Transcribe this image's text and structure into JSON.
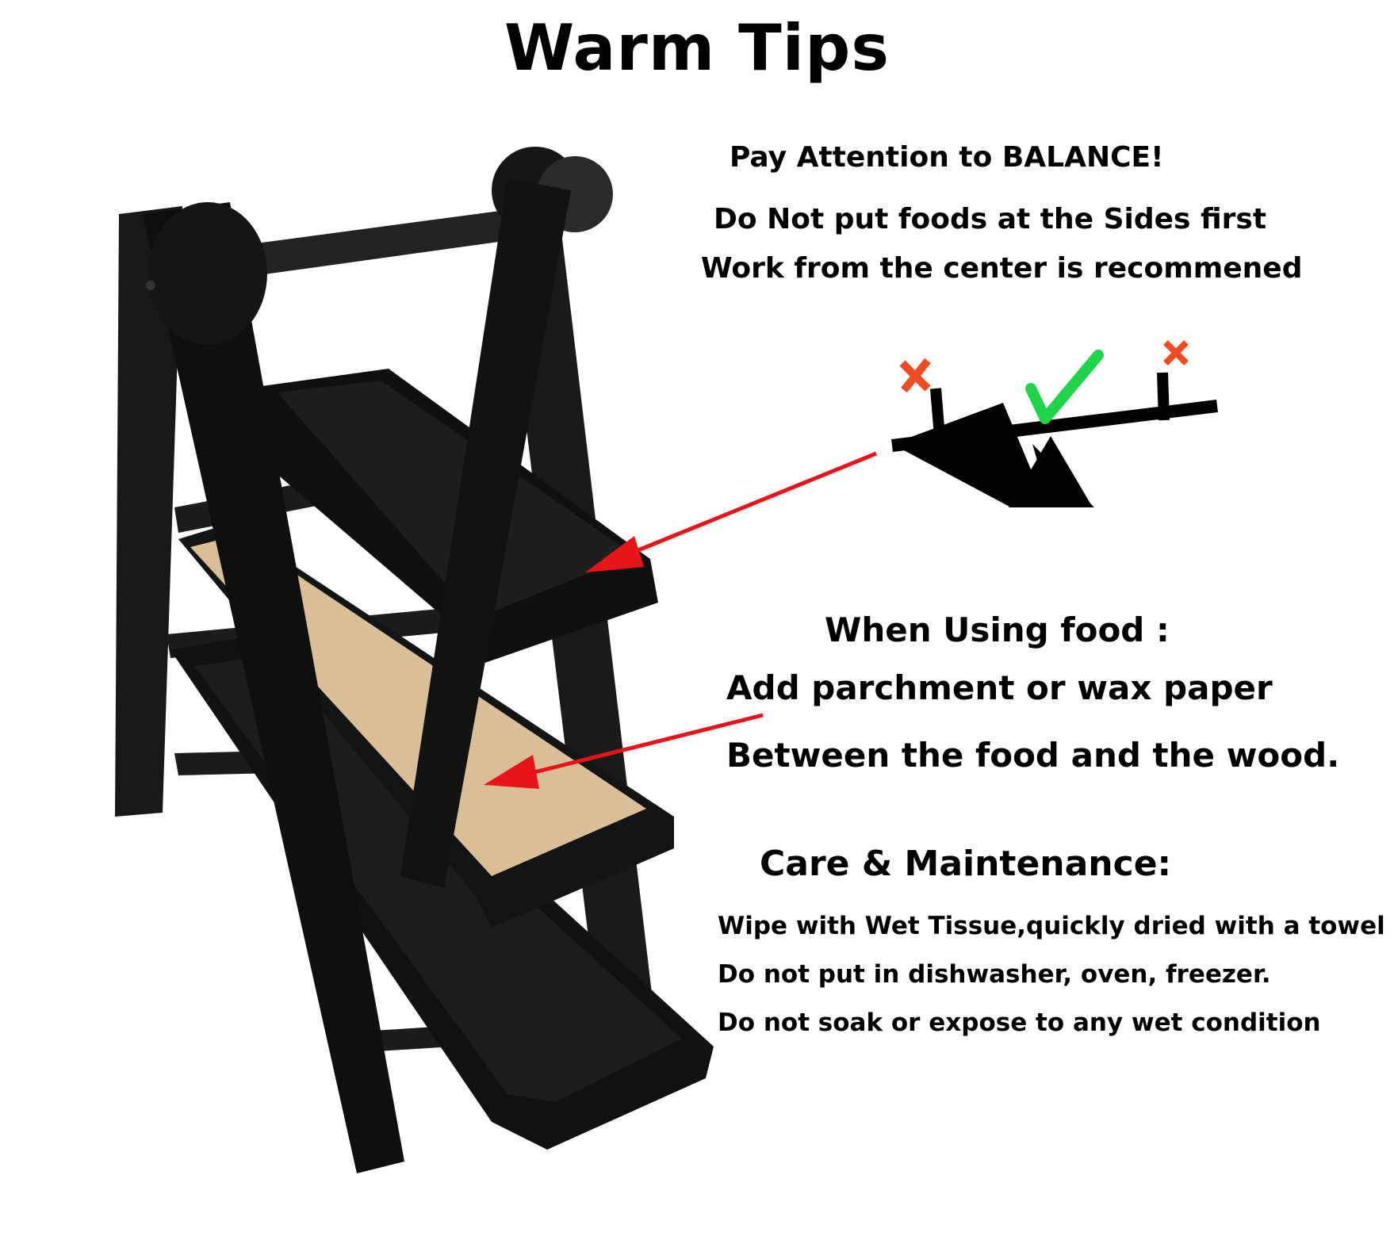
{
  "title": "Warm Tips",
  "balance": {
    "heading": "Pay Attention to BALANCE!",
    "line1": "Do Not put foods at the Sides first",
    "line2": "Work from the center is recommened"
  },
  "food": {
    "heading": "When Using food :",
    "line1": "Add parchment or wax paper",
    "line2": "Between the food and the wood."
  },
  "care": {
    "heading": "Care & Maintenance:",
    "line1": "Wipe with Wet Tissue,quickly dried with a towel",
    "line2": "Do not put in dishwasher, oven, freezer.",
    "line3": "Do not soak or expose to any wet condition"
  },
  "colors": {
    "arrow": "#e8141b",
    "cross": "#f04a23",
    "check": "#1fd44a",
    "parchment": "#d9bf99",
    "wood": "#151515"
  },
  "icons": [
    "seesaw-icon",
    "cross-icon",
    "check-icon"
  ]
}
